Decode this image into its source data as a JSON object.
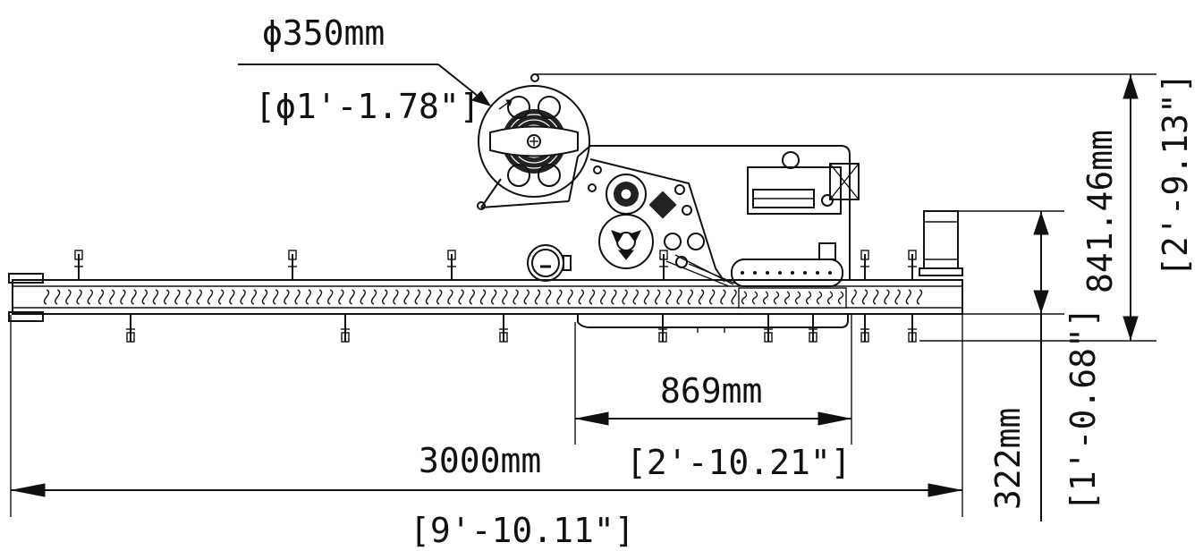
{
  "drawing": {
    "diameter_mm": "ϕ350mm",
    "diameter_in": "[ϕ1'-1.78\"]",
    "height_mm": "841.46mm",
    "height_in": "[2'-9.13\"]",
    "conveyor_height_mm": "322mm",
    "conveyor_height_in": "[1'-0.68\"]",
    "machine_width_mm": "869mm",
    "machine_width_in": "[2'-10.21\"]",
    "conveyor_length_mm": "3000mm",
    "conveyor_length_in": "[9'-10.11\"]"
  }
}
